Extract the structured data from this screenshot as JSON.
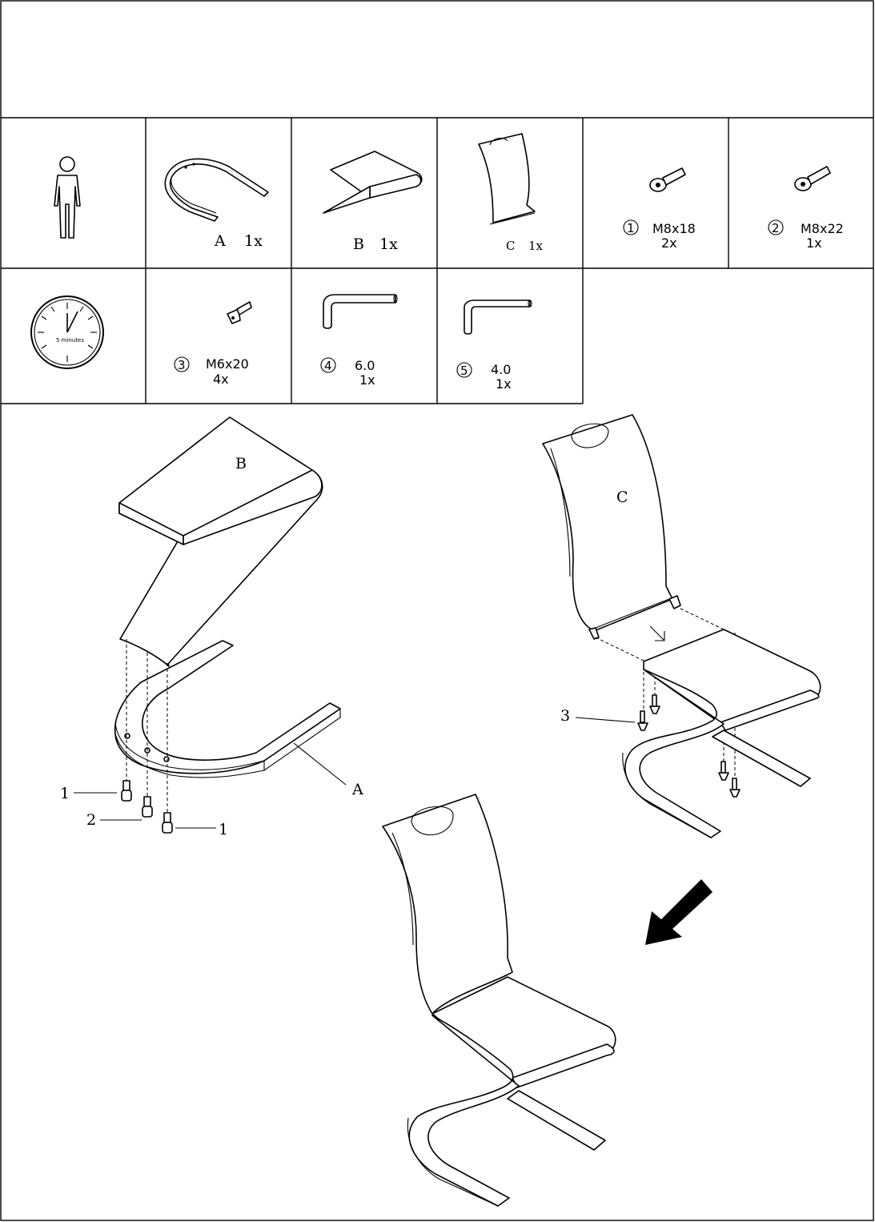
{
  "parts": {
    "A": {
      "letter": "A",
      "qty": "1x"
    },
    "B": {
      "letter": "B",
      "qty": "1x"
    },
    "C": {
      "letter": "C",
      "qty": "1x"
    }
  },
  "hardware": [
    {
      "num": "1",
      "size": "M8x18",
      "qty": "2x"
    },
    {
      "num": "2",
      "size": "M8x22",
      "qty": "1x"
    },
    {
      "num": "3",
      "size": "M6x20",
      "qty": "4x"
    },
    {
      "num": "4",
      "size": "6.0",
      "qty": "1x"
    },
    {
      "num": "5",
      "size": "4.0",
      "qty": "1x"
    }
  ],
  "clock_label": "5 minutes",
  "step1": {
    "part_b": "B",
    "part_a": "A",
    "callout_left_1": "1",
    "callout_left_2": "2",
    "callout_right_1": "1"
  },
  "step2": {
    "part_c": "C",
    "callout_3": "3"
  }
}
